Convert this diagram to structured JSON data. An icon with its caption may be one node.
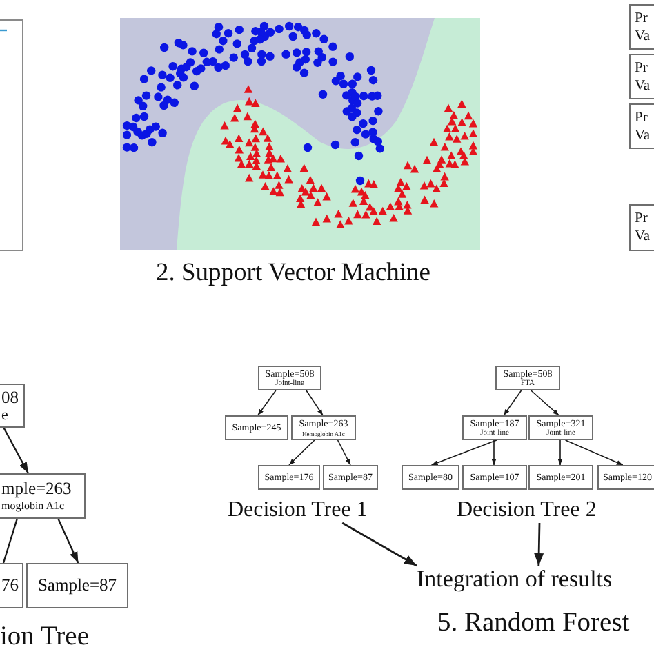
{
  "diagram": {
    "nodes": [
      {
        "text": [
          "Pr",
          "Va"
        ]
      },
      {
        "text": [
          "Pr",
          "Va"
        ]
      },
      {
        "text": [
          "Pr",
          "Va"
        ]
      },
      {
        "text": [
          "Pr",
          "Va"
        ]
      },
      {
        "text": [
          "08",
          "e"
        ]
      },
      {
        "text": [
          "mple=263",
          "moglobin A1c"
        ]
      },
      {
        "text": [
          "76"
        ]
      },
      {
        "text": [
          "Sample=87"
        ]
      },
      {
        "text": [
          "Sample=508",
          "Joint-line"
        ]
      },
      {
        "text": [
          "Sample=245"
        ]
      },
      {
        "text": [
          "Sample=263",
          "Hemoglobin A1c"
        ]
      },
      {
        "text": [
          "Sample=176"
        ]
      },
      {
        "text": [
          "Sample=87"
        ]
      },
      {
        "text": [
          "Sample=508",
          "FTA"
        ]
      },
      {
        "text": [
          "Sample=187",
          "Joint-line"
        ]
      },
      {
        "text": [
          "Sample=321",
          "Joint-line"
        ]
      },
      {
        "text": [
          "Sample=80"
        ]
      },
      {
        "text": [
          "Sample=107"
        ]
      },
      {
        "text": [
          "Sample=201"
        ]
      },
      {
        "text": [
          "Sample=120"
        ]
      },
      {
        "text": [
          "Decision Tree 1"
        ]
      },
      {
        "text": [
          "Decision Tree 2"
        ]
      },
      {
        "text": [
          "Integration of results"
        ]
      }
    ],
    "edges": [
      {
        "from": 4,
        "to": 5,
        "arrow": "to"
      },
      {
        "from": 5,
        "to": 6,
        "arrow": "none"
      },
      {
        "from": 5,
        "to": 7,
        "arrow": "to"
      },
      {
        "from": 8,
        "to": 9,
        "arrow": "to"
      },
      {
        "from": 8,
        "to": 10,
        "arrow": "to"
      },
      {
        "from": 10,
        "to": 11,
        "arrow": "to"
      },
      {
        "from": 10,
        "to": 12,
        "arrow": "to"
      },
      {
        "from": 13,
        "to": 14,
        "arrow": "to"
      },
      {
        "from": 13,
        "to": 15,
        "arrow": "to"
      },
      {
        "from": 14,
        "to": 16,
        "arrow": "to"
      },
      {
        "from": 14,
        "to": 17,
        "arrow": "to"
      },
      {
        "from": 15,
        "to": 18,
        "arrow": "to"
      },
      {
        "from": 15,
        "to": 19,
        "arrow": "to"
      },
      {
        "from": 20,
        "to": 22,
        "arrow": "to"
      },
      {
        "from": 21,
        "to": 22,
        "arrow": "to"
      }
    ],
    "labels": [
      "2. Support Vector Machine",
      "ion Tree",
      "5. Random Forest"
    ]
  }
}
